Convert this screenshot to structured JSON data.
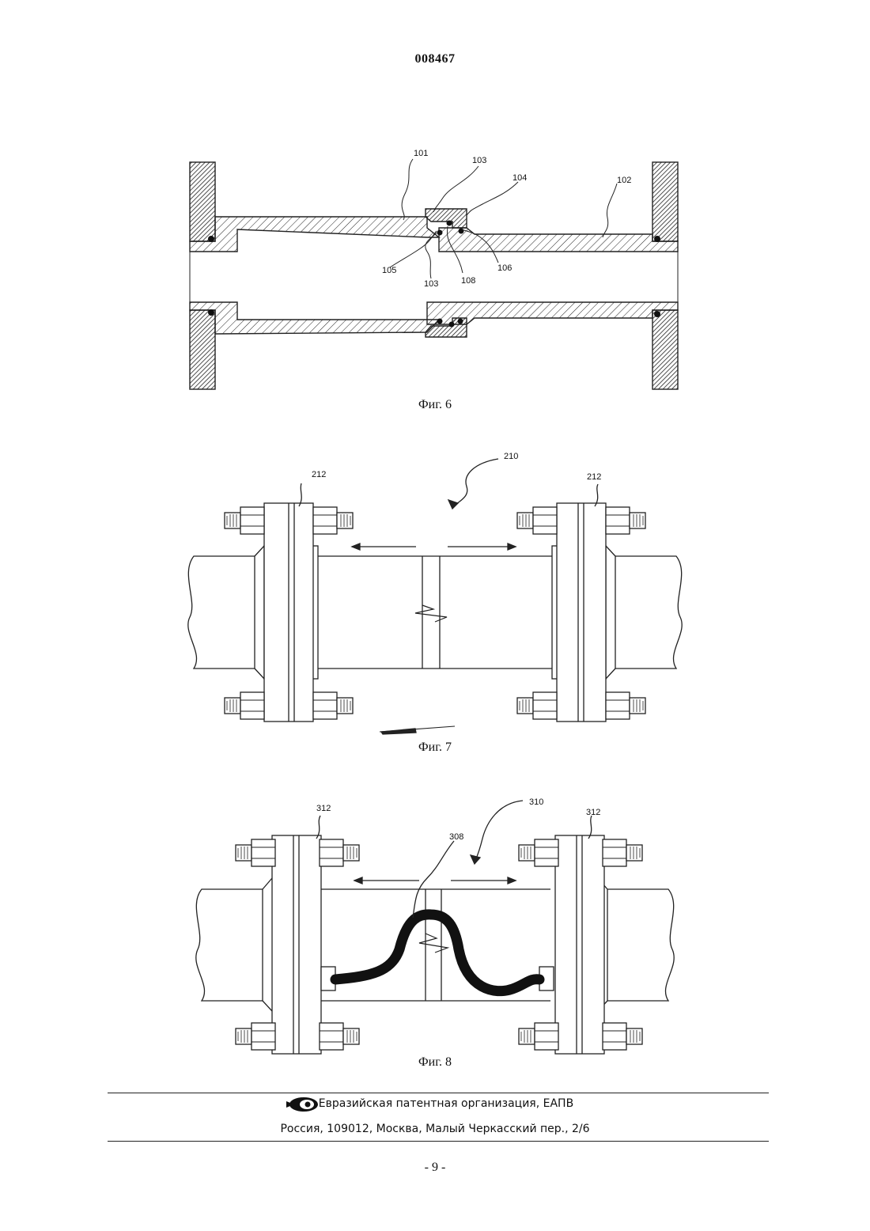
{
  "header": {
    "patent_number": "008467"
  },
  "figures": [
    {
      "id": "fig6",
      "caption": "Фиг. 6",
      "labels": {
        "l101": "101",
        "l102": "102",
        "l103a": "103",
        "l103b": "103",
        "l104": "104",
        "l105": "105",
        "l106": "106",
        "l108": "108"
      }
    },
    {
      "id": "fig7",
      "caption": "Фиг. 7",
      "labels": {
        "l210": "210",
        "l212a": "212",
        "l212b": "212"
      }
    },
    {
      "id": "fig8",
      "caption": "Фиг. 8",
      "labels": {
        "l310": "310",
        "l312a": "312",
        "l312b": "312",
        "l308": "308"
      }
    }
  ],
  "footer": {
    "org_name": "Евразийская патентная организация, ЕАПВ",
    "address": "Россия, 109012, Москва, Малый Черкасский пер., 2/6",
    "logo_icon": "eapo-eye-logo-icon"
  },
  "page_number": "- 9 -"
}
